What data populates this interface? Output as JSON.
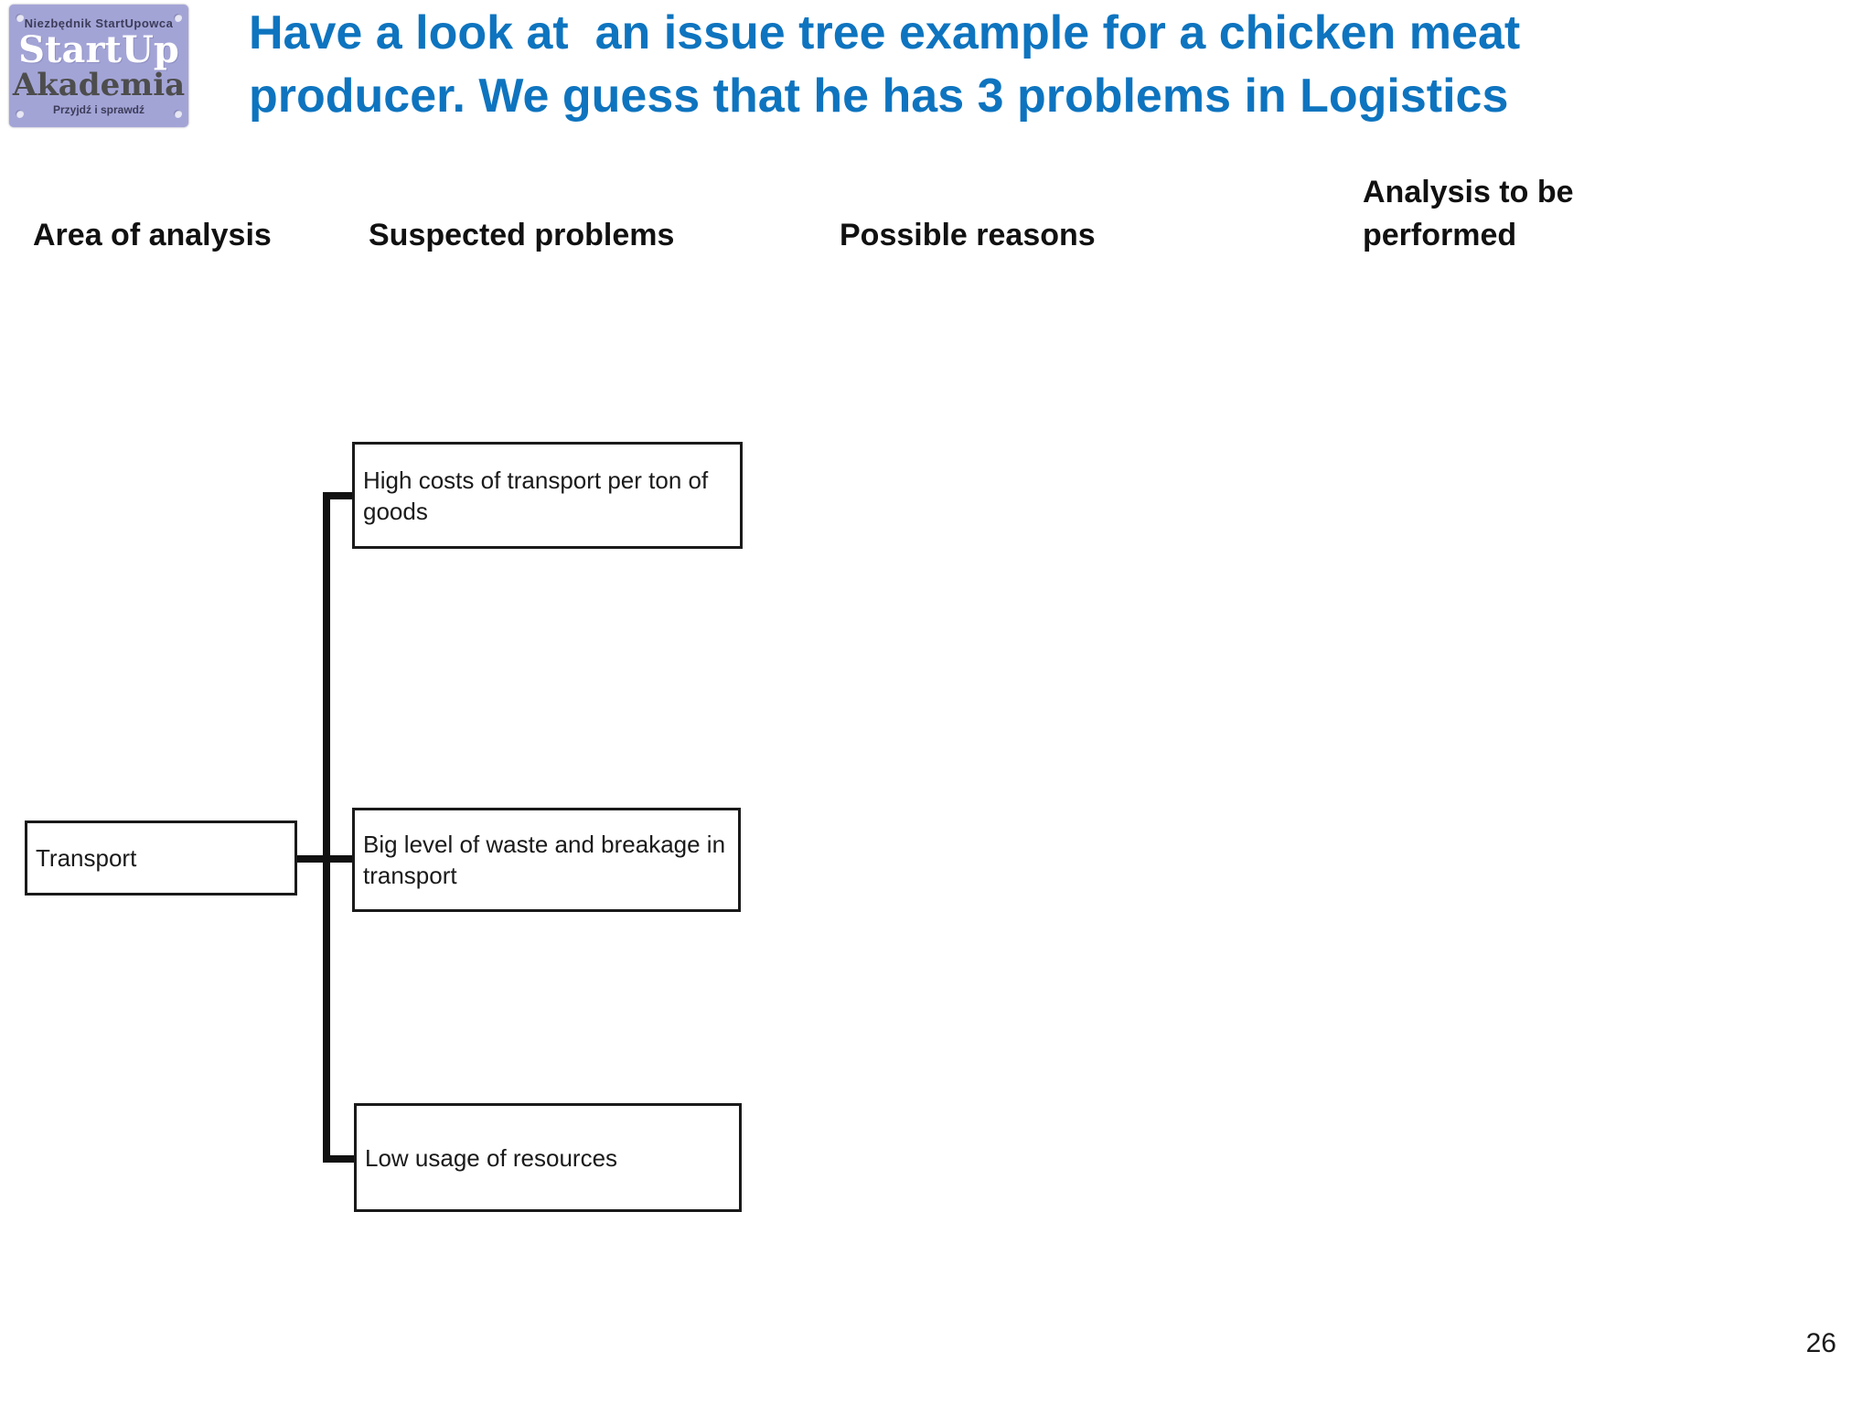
{
  "slide": {
    "title": "Have a look at  an issue tree example for a chicken meat producer. We guess that he has 3 problems in Logistics",
    "page_number": "26"
  },
  "logo": {
    "top_text": "Niezbędnik StartUpowca",
    "name_line1": "StartUp",
    "name_line2": "Akademia",
    "bottom_text": "Przyjdź i sprawdź",
    "bg_color": "#a3a4d6"
  },
  "columns": [
    {
      "label": "Area of analysis"
    },
    {
      "label": "Suspected problems"
    },
    {
      "label": "Possible reasons"
    },
    {
      "label": "Analysis to be performed"
    }
  ],
  "tree": {
    "root": {
      "label": "Transport"
    },
    "children": [
      {
        "label": "High costs of transport per ton of goods"
      },
      {
        "label": "Big level of waste and breakage in transport"
      },
      {
        "label": "Low usage of resources"
      }
    ]
  },
  "colors": {
    "title_blue": "#0e74bf",
    "line_black": "#111111"
  }
}
